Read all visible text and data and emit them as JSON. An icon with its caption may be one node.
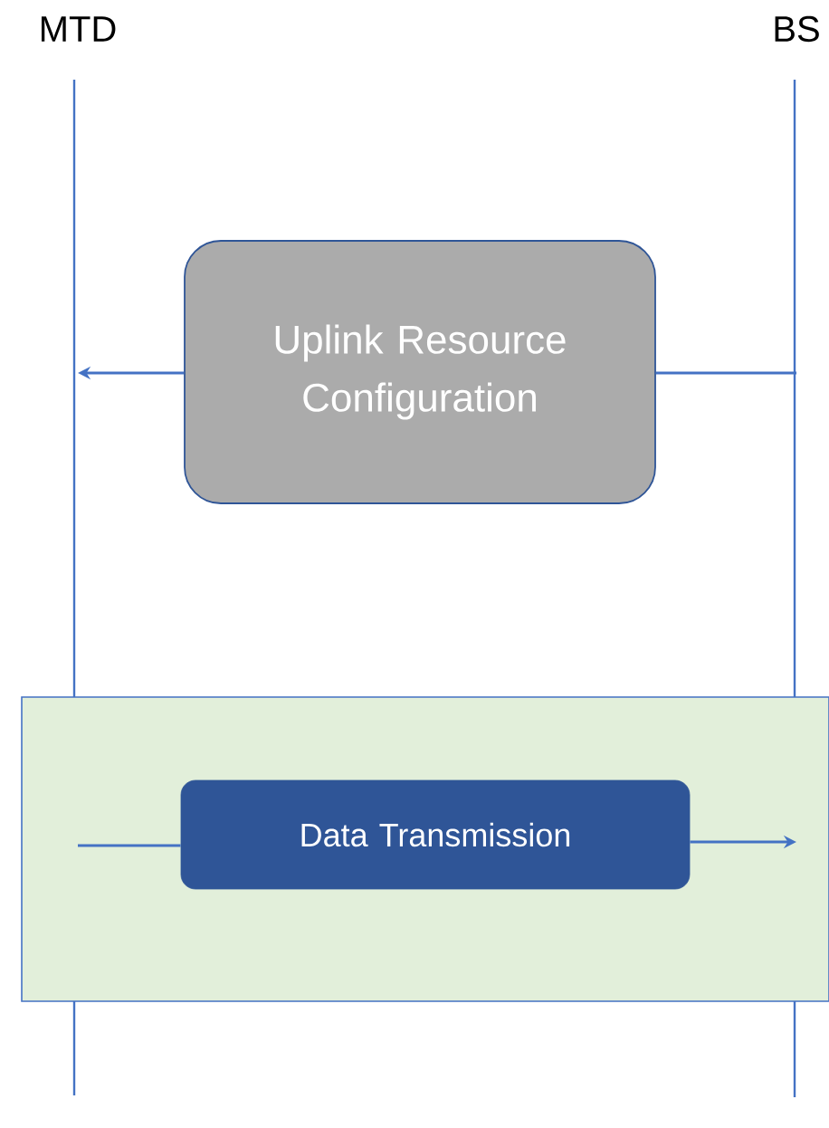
{
  "diagram": {
    "nodes": [
      {
        "text": [
          "MTD"
        ]
      },
      {
        "text": [
          "BS"
        ]
      },
      {
        "text": [
          "Uplink Resource Configuration"
        ]
      },
      {
        "text": [],
        "shape": "box"
      },
      {
        "text": [
          "Data Transmission"
        ],
        "in": 3
      }
    ],
    "edges": [
      {
        "from": 1,
        "to": 2,
        "arrow": "none"
      },
      {
        "from": 2,
        "to": 0,
        "arrow": "to"
      },
      {
        "from": 0,
        "to": 4,
        "arrow": "none"
      },
      {
        "from": 4,
        "to": 1,
        "arrow": "to"
      }
    ]
  }
}
